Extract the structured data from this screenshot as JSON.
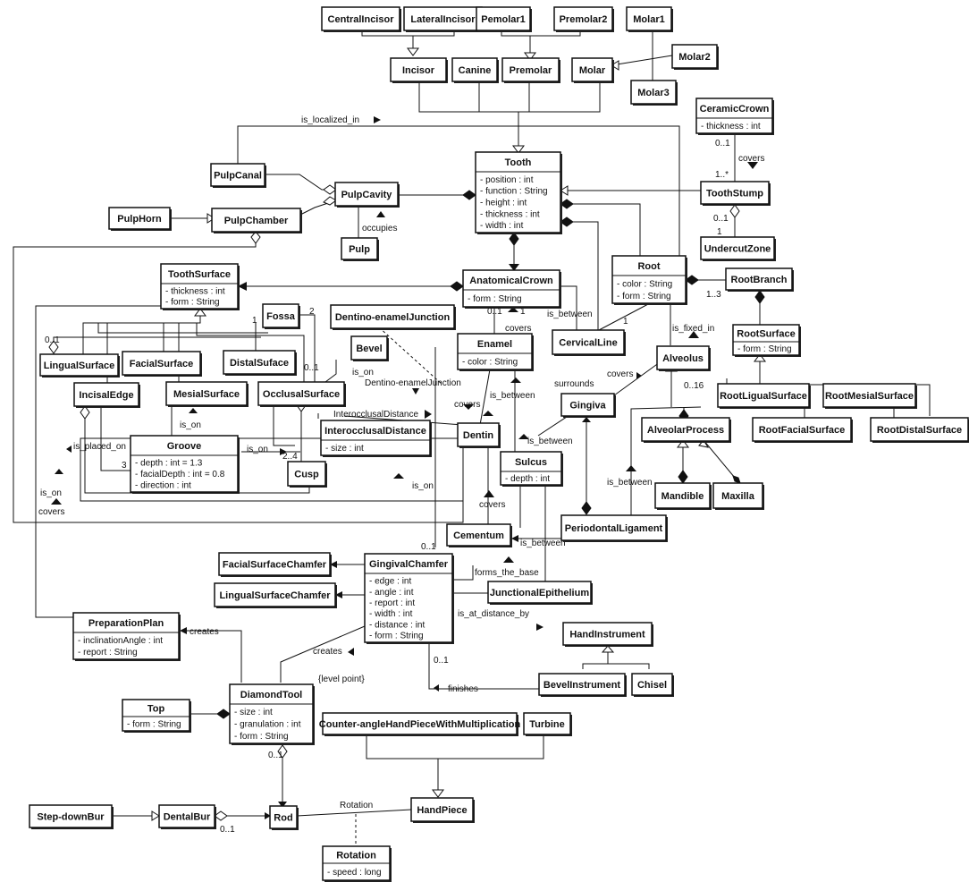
{
  "classes": [
    {
      "id": "CentralIncisor",
      "name": "CentralIncisor",
      "attrs": []
    },
    {
      "id": "LateralIncisor",
      "name": "LateralIncisor",
      "attrs": []
    },
    {
      "id": "Pemolar1",
      "name": "Pemolar1",
      "attrs": []
    },
    {
      "id": "Premolar2",
      "name": "Premolar2",
      "attrs": []
    },
    {
      "id": "Molar1",
      "name": "Molar1",
      "attrs": []
    },
    {
      "id": "Molar2",
      "name": "Molar2",
      "attrs": []
    },
    {
      "id": "Molar3",
      "name": "Molar3",
      "attrs": []
    },
    {
      "id": "Incisor",
      "name": "Incisor",
      "attrs": []
    },
    {
      "id": "Canine",
      "name": "Canine",
      "attrs": []
    },
    {
      "id": "Premolar",
      "name": "Premolar",
      "attrs": []
    },
    {
      "id": "Molar",
      "name": "Molar",
      "attrs": []
    },
    {
      "id": "CeramicCrown",
      "name": "CeramicCrown",
      "attrs": [
        "- thickness : int"
      ]
    },
    {
      "id": "Tooth",
      "name": "Tooth",
      "attrs": [
        "- position : int",
        "- function : String",
        "- height : int",
        "- thickness : int",
        "- width : int"
      ]
    },
    {
      "id": "PulpCanal",
      "name": "PulpCanal",
      "attrs": []
    },
    {
      "id": "PulpCavity",
      "name": "PulpCavity",
      "attrs": []
    },
    {
      "id": "PulpHorn",
      "name": "PulpHorn",
      "attrs": []
    },
    {
      "id": "PulpChamber",
      "name": "PulpChamber",
      "attrs": []
    },
    {
      "id": "Pulp",
      "name": "Pulp",
      "attrs": []
    },
    {
      "id": "ToothStump",
      "name": "ToothStump",
      "attrs": []
    },
    {
      "id": "UndercutZone",
      "name": "UndercutZone",
      "attrs": []
    },
    {
      "id": "ToothSurface",
      "name": "ToothSurface",
      "attrs": [
        "- thickness : int",
        "- form : String"
      ]
    },
    {
      "id": "AnatomicalCrown",
      "name": "AnatomicalCrown",
      "attrs": [
        "- form : String"
      ]
    },
    {
      "id": "Root",
      "name": "Root",
      "attrs": [
        "- color : String",
        "- form : String"
      ]
    },
    {
      "id": "RootBranch",
      "name": "RootBranch",
      "attrs": []
    },
    {
      "id": "Fossa",
      "name": "Fossa",
      "attrs": []
    },
    {
      "id": "DentinoEnamelJunction",
      "name": "Dentino-enamelJunction",
      "attrs": []
    },
    {
      "id": "Bevel",
      "name": "Bevel",
      "attrs": []
    },
    {
      "id": "Enamel",
      "name": "Enamel",
      "attrs": [
        "- color : String"
      ]
    },
    {
      "id": "CervicalLine",
      "name": "CervicalLine",
      "attrs": []
    },
    {
      "id": "Alveolus",
      "name": "Alveolus",
      "attrs": []
    },
    {
      "id": "RootSurface",
      "name": "RootSurface",
      "attrs": [
        "- form : String"
      ]
    },
    {
      "id": "LingualSurface",
      "name": "LingualSurface",
      "attrs": []
    },
    {
      "id": "FacialSurface",
      "name": "FacialSurface",
      "attrs": []
    },
    {
      "id": "DistalSuface",
      "name": "DistalSuface",
      "attrs": []
    },
    {
      "id": "IncisalEdge",
      "name": "IncisalEdge",
      "attrs": []
    },
    {
      "id": "MesialSurface",
      "name": "MesialSurface",
      "attrs": []
    },
    {
      "id": "OcclusalSurface",
      "name": "OcclusalSurface",
      "attrs": []
    },
    {
      "id": "InterocclusalDistance",
      "name": "InterocclusalDistance",
      "attrs": [
        "- size : int"
      ]
    },
    {
      "id": "Gingiva",
      "name": "Gingiva",
      "attrs": []
    },
    {
      "id": "RootLigualSurface",
      "name": "RootLigualSurface",
      "attrs": []
    },
    {
      "id": "RootMesialSurface",
      "name": "RootMesialSurface",
      "attrs": []
    },
    {
      "id": "Groove",
      "name": "Groove",
      "attrs": [
        "- depth : int = 1.3",
        "- facialDepth : int = 0.8",
        "- direction : int"
      ]
    },
    {
      "id": "Dentin",
      "name": "Dentin",
      "attrs": []
    },
    {
      "id": "Sulcus",
      "name": "Sulcus",
      "attrs": [
        "- depth : int"
      ]
    },
    {
      "id": "AlveolarProcess",
      "name": "AlveolarProcess",
      "attrs": []
    },
    {
      "id": "RootFacialSurface",
      "name": "RootFacialSurface",
      "attrs": []
    },
    {
      "id": "RootDistalSurface",
      "name": "RootDistalSurface",
      "attrs": []
    },
    {
      "id": "Cusp",
      "name": "Cusp",
      "attrs": []
    },
    {
      "id": "Mandible",
      "name": "Mandible",
      "attrs": []
    },
    {
      "id": "Maxilla",
      "name": "Maxilla",
      "attrs": []
    },
    {
      "id": "Cementum",
      "name": "Cementum",
      "attrs": []
    },
    {
      "id": "PeriodontalLigament",
      "name": "PeriodontalLigament",
      "attrs": []
    },
    {
      "id": "FacialSurfaceChamfer",
      "name": "FacialSurfaceChamfer",
      "attrs": []
    },
    {
      "id": "GingivalChamfer",
      "name": "GingivalChamfer",
      "attrs": [
        "- edge : int",
        "- angle : int",
        "- report : int",
        "- width : int",
        "- distance : int",
        "- form : String"
      ]
    },
    {
      "id": "LingualSurfaceChamfer",
      "name": "LingualSurfaceChamfer",
      "attrs": []
    },
    {
      "id": "JunctionalEpithelium",
      "name": "JunctionalEpithelium",
      "attrs": []
    },
    {
      "id": "PreparationPlan",
      "name": "PreparationPlan",
      "attrs": [
        "- inclinationAngle : int",
        "- report : String"
      ]
    },
    {
      "id": "HandInstrument",
      "name": "HandInstrument",
      "attrs": []
    },
    {
      "id": "BevelInstrument",
      "name": "BevelInstrument",
      "attrs": []
    },
    {
      "id": "Chisel",
      "name": "Chisel",
      "attrs": []
    },
    {
      "id": "Top",
      "name": "Top",
      "attrs": [
        "- form : String"
      ]
    },
    {
      "id": "DiamondTool",
      "name": "DiamondTool",
      "attrs": [
        "- size : int",
        "- granulation : int",
        "- form : String"
      ]
    },
    {
      "id": "CounterAngle",
      "name": "Counter-angleHandPieceWithMultiplication",
      "attrs": []
    },
    {
      "id": "Turbine",
      "name": "Turbine",
      "attrs": []
    },
    {
      "id": "StepDownBur",
      "name": "Step-downBur",
      "attrs": []
    },
    {
      "id": "DentalBur",
      "name": "DentalBur",
      "attrs": []
    },
    {
      "id": "Rod",
      "name": "Rod",
      "attrs": []
    },
    {
      "id": "HandPiece",
      "name": "HandPiece",
      "attrs": []
    },
    {
      "id": "Rotation",
      "name": "Rotation",
      "attrs": [
        "- speed : long"
      ]
    }
  ],
  "labels": [
    {
      "id": "is_localized_in",
      "text": "is_localized_in"
    },
    {
      "id": "occupies",
      "text": "occupies"
    },
    {
      "id": "covers_ceramic",
      "text": "covers"
    },
    {
      "id": "m_ceramic_01",
      "text": "0..1"
    },
    {
      "id": "m_stump_1n",
      "text": "1..*"
    },
    {
      "id": "m_stump_01",
      "text": "0..1"
    },
    {
      "id": "m_undercut_1",
      "text": "1"
    },
    {
      "id": "m_rootbranch_13",
      "text": "1..3"
    },
    {
      "id": "m_crown_01",
      "text": "0..1"
    },
    {
      "id": "m_crown_1",
      "text": "1"
    },
    {
      "id": "is_between_cervical",
      "text": "is_between"
    },
    {
      "id": "m_cervical_1",
      "text": "1"
    },
    {
      "id": "is_fixed_in",
      "text": "is_fixed_in"
    },
    {
      "id": "m_fossa_1",
      "text": "1"
    },
    {
      "id": "m_fossa_2",
      "text": "2"
    },
    {
      "id": "m_lingual_01",
      "text": "0..1"
    },
    {
      "id": "m_occlusal_01",
      "text": "0..1"
    },
    {
      "id": "is_on_bevel",
      "text": "is_on"
    },
    {
      "id": "covers_enamel",
      "text": "covers"
    },
    {
      "id": "surrounds",
      "text": "surrounds"
    },
    {
      "id": "covers_gingiva",
      "text": "covers"
    },
    {
      "id": "m_alveolus_016",
      "text": "0..16"
    },
    {
      "id": "dej_label",
      "text": "Dentino-enamelJunction"
    },
    {
      "id": "interocclusal_label",
      "text": "InterocclusalDistance"
    },
    {
      "id": "covers_dentin",
      "text": "covers"
    },
    {
      "id": "is_between_enamel",
      "text": "is_between"
    },
    {
      "id": "is_on_mesial",
      "text": "is_on"
    },
    {
      "id": "is_placed_on",
      "text": "is_placed_on"
    },
    {
      "id": "m_groove_3",
      "text": "3"
    },
    {
      "id": "is_on_groove",
      "text": "is_on"
    },
    {
      "id": "m_cusp_24",
      "text": "2..4"
    },
    {
      "id": "is_between_sulcus",
      "text": "is_between"
    },
    {
      "id": "is_between_pdl",
      "text": "is_between"
    },
    {
      "id": "is_on_left",
      "text": "is_on"
    },
    {
      "id": "is_on_dentin",
      "text": "is_on"
    },
    {
      "id": "covers_left",
      "text": "covers"
    },
    {
      "id": "covers_cementum",
      "text": "covers"
    },
    {
      "id": "is_between_cementum",
      "text": "is_between"
    },
    {
      "id": "m_gchamfer_01",
      "text": "0..1"
    },
    {
      "id": "forms_the_base",
      "text": "forms_the_base"
    },
    {
      "id": "is_at_distance_by",
      "text": "is_at_distance_by"
    },
    {
      "id": "creates_plan",
      "text": "creates"
    },
    {
      "id": "creates_diamond",
      "text": "creates"
    },
    {
      "id": "level_point",
      "text": "{level point}"
    },
    {
      "id": "m_finish_01",
      "text": "0..1"
    },
    {
      "id": "finishes",
      "text": "finishes"
    },
    {
      "id": "m_diamond_01",
      "text": "0..1"
    },
    {
      "id": "m_dentalbur_01",
      "text": "0..1"
    },
    {
      "id": "rotation_label",
      "text": "Rotation"
    }
  ]
}
